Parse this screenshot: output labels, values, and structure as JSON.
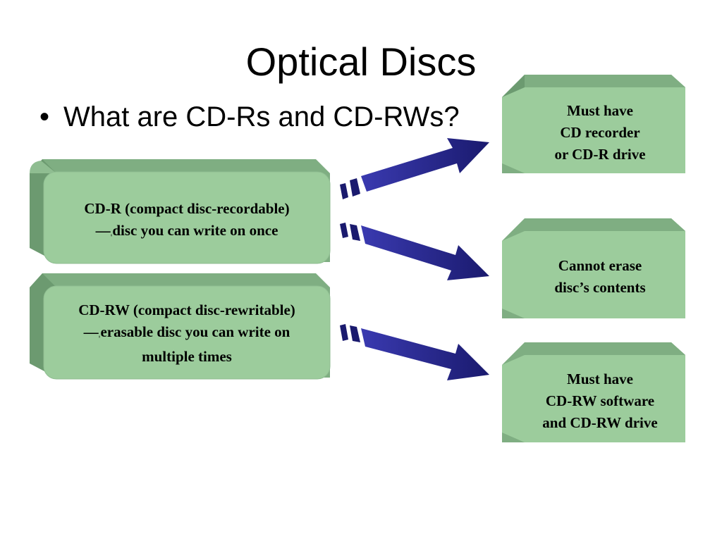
{
  "slide": {
    "title": "Optical Discs",
    "bullet_symbol": "•",
    "bullet_text": "What are CD-Rs and CD-RWs?"
  },
  "colors": {
    "box_face": "#9ccc9c",
    "box_top": "#7fae82",
    "box_side": "#6c9a70",
    "box_border": "#8fbd91",
    "arrow_dark": "#1a1a6e",
    "arrow_light": "#3a3ab0"
  },
  "left_boxes": [
    {
      "line1": "CD-R (compact disc-recordable)",
      "line2_dash": "—",
      "line2_mark": "₀",
      "line2_text": "disc you can write on once"
    },
    {
      "line1": "CD-RW (compact disc-rewritable)",
      "line2_dash": "—",
      "line2_mark": "₀",
      "line2_text": "erasable disc you can write on",
      "line3": "multiple times"
    }
  ],
  "right_boxes": [
    {
      "lines": [
        "Must have",
        "CD recorder",
        "or CD-R drive"
      ]
    },
    {
      "lines": [
        "Cannot erase",
        "disc’s contents"
      ]
    },
    {
      "lines": [
        "Must have",
        "CD-RW software",
        "and CD-RW drive"
      ]
    }
  ],
  "arrows": [
    {
      "icon": "arrow-right-up-icon",
      "from": "CD-R (compact disc-recordable)",
      "to": "Must have CD recorder or CD-R drive"
    },
    {
      "icon": "arrow-right-down-icon",
      "from": "CD-R (compact disc-recordable)",
      "to": "Cannot erase disc’s contents"
    },
    {
      "icon": "arrow-right-down-icon",
      "from": "CD-RW (compact disc-rewritable)",
      "to": "Must have CD-RW software and CD-RW drive"
    }
  ]
}
